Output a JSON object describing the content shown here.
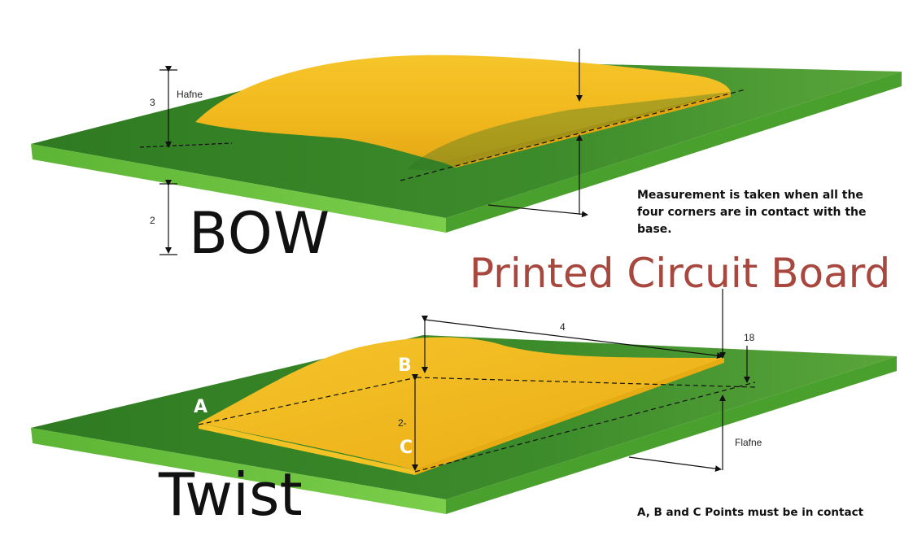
{
  "bow": {
    "title": "BOW",
    "label_3": "3",
    "label_height": "Hafne",
    "label_2": "2",
    "note": "Measurement is taken when all the four corners are in contact with the base."
  },
  "twist": {
    "title": "Twist",
    "label_4": "4",
    "label_18": "18",
    "label_2": "2-",
    "label_flat": "Flafne",
    "point_a": "A",
    "point_b": "B",
    "point_c": "C",
    "note": "A, B and C Points must be in contact"
  },
  "center_title": "Printed Circuit Board",
  "colors": {
    "board_top": "#3e8c2a",
    "board_side": "#6cc33e",
    "board_side_dark": "#4aa02c",
    "copper": "#f2bf22",
    "copper_edge": "#e0a413",
    "title_red": "#a8473d"
  }
}
